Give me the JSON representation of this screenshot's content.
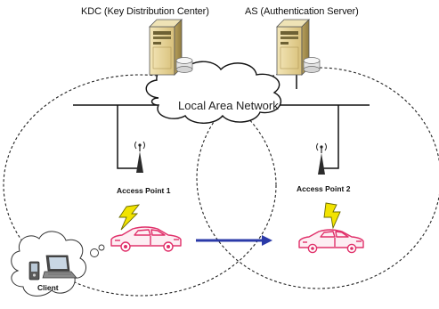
{
  "labels": {
    "kdc": "KDC (Key Distribution Center)",
    "as": "AS (Authentication Server)",
    "lan": "Local Area Network",
    "ap1": "Access Point 1",
    "ap2": "Access Point 2",
    "client": "Client"
  },
  "colors": {
    "car": "#e0306a",
    "arrow": "#2b3aa8",
    "lightning": "#f2e300",
    "lightning_outline": "#6b6b00",
    "lines": "#111111",
    "server_body": "#e7d59c"
  },
  "icons": [
    "server-icon",
    "cloud-icon",
    "antenna-icon",
    "lightning-icon",
    "car-icon",
    "arrow-icon",
    "laptop-icon",
    "pda-icon",
    "thought-bubble-icon"
  ]
}
